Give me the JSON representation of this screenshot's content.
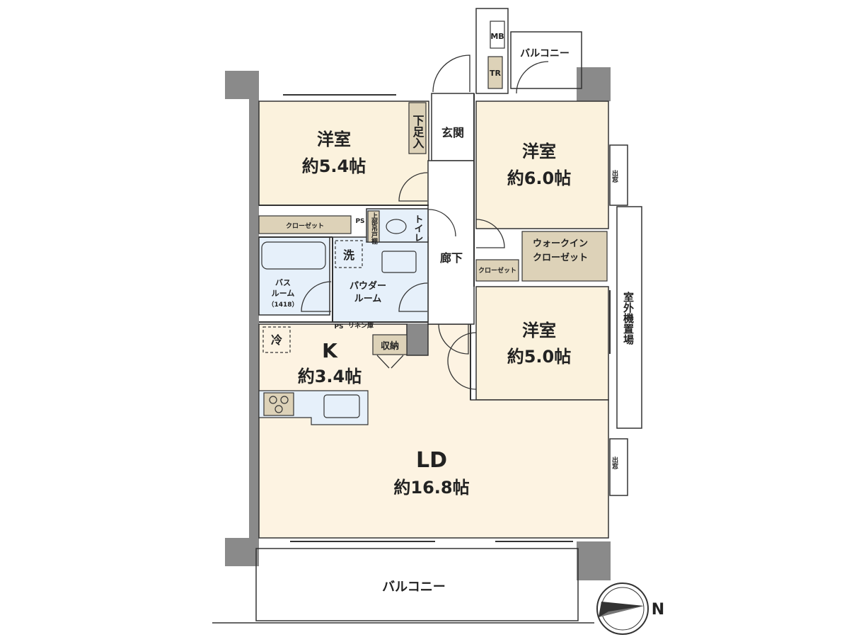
{
  "rooms": {
    "bedroom_nw": {
      "name": "洋室",
      "size": "約5.4帖"
    },
    "bedroom_ne": {
      "name": "洋室",
      "size": "約6.0帖"
    },
    "bedroom_e": {
      "name": "洋室",
      "size": "約5.0帖"
    },
    "kitchen": {
      "name": "K",
      "size": "約3.4帖"
    },
    "living": {
      "name": "LD",
      "size": "約16.8帖"
    }
  },
  "labels": {
    "entrance": "玄関",
    "shoe_box": "下足入",
    "hallway": "廊下",
    "toilet": "トイレ",
    "closet_nw": "クローゼット",
    "closet_mid": "クローゼット",
    "walkin_1": "ウォークイン",
    "walkin_2": "クローゼット",
    "washer": "洗",
    "bath_1": "バス",
    "bath_2": "ルーム",
    "bath_3": "（1418）",
    "powder_1": "パウダー",
    "powder_2": "ルーム",
    "linen": "リネン庫",
    "ps_1": "PS",
    "ps_2": "PS",
    "fridge": "冷",
    "storage": "収納",
    "upper_shelf": "上部吊戸棚",
    "mb": "MB",
    "tr": "TR",
    "balcony_top": "バルコニー",
    "balcony_bottom": "バルコニー",
    "outdoor_unit": "室外機置場",
    "bay_window_1": "出窓",
    "bay_window_2": "出窓",
    "north": "N"
  },
  "colors": {
    "room_fill": "#fbf2dd",
    "living_fill": "#fdf3e2",
    "wet_fill": "#e6f0fa",
    "storage_fill": "#ddd2b8",
    "wall": "#8a8a8a",
    "line": "#333333"
  }
}
